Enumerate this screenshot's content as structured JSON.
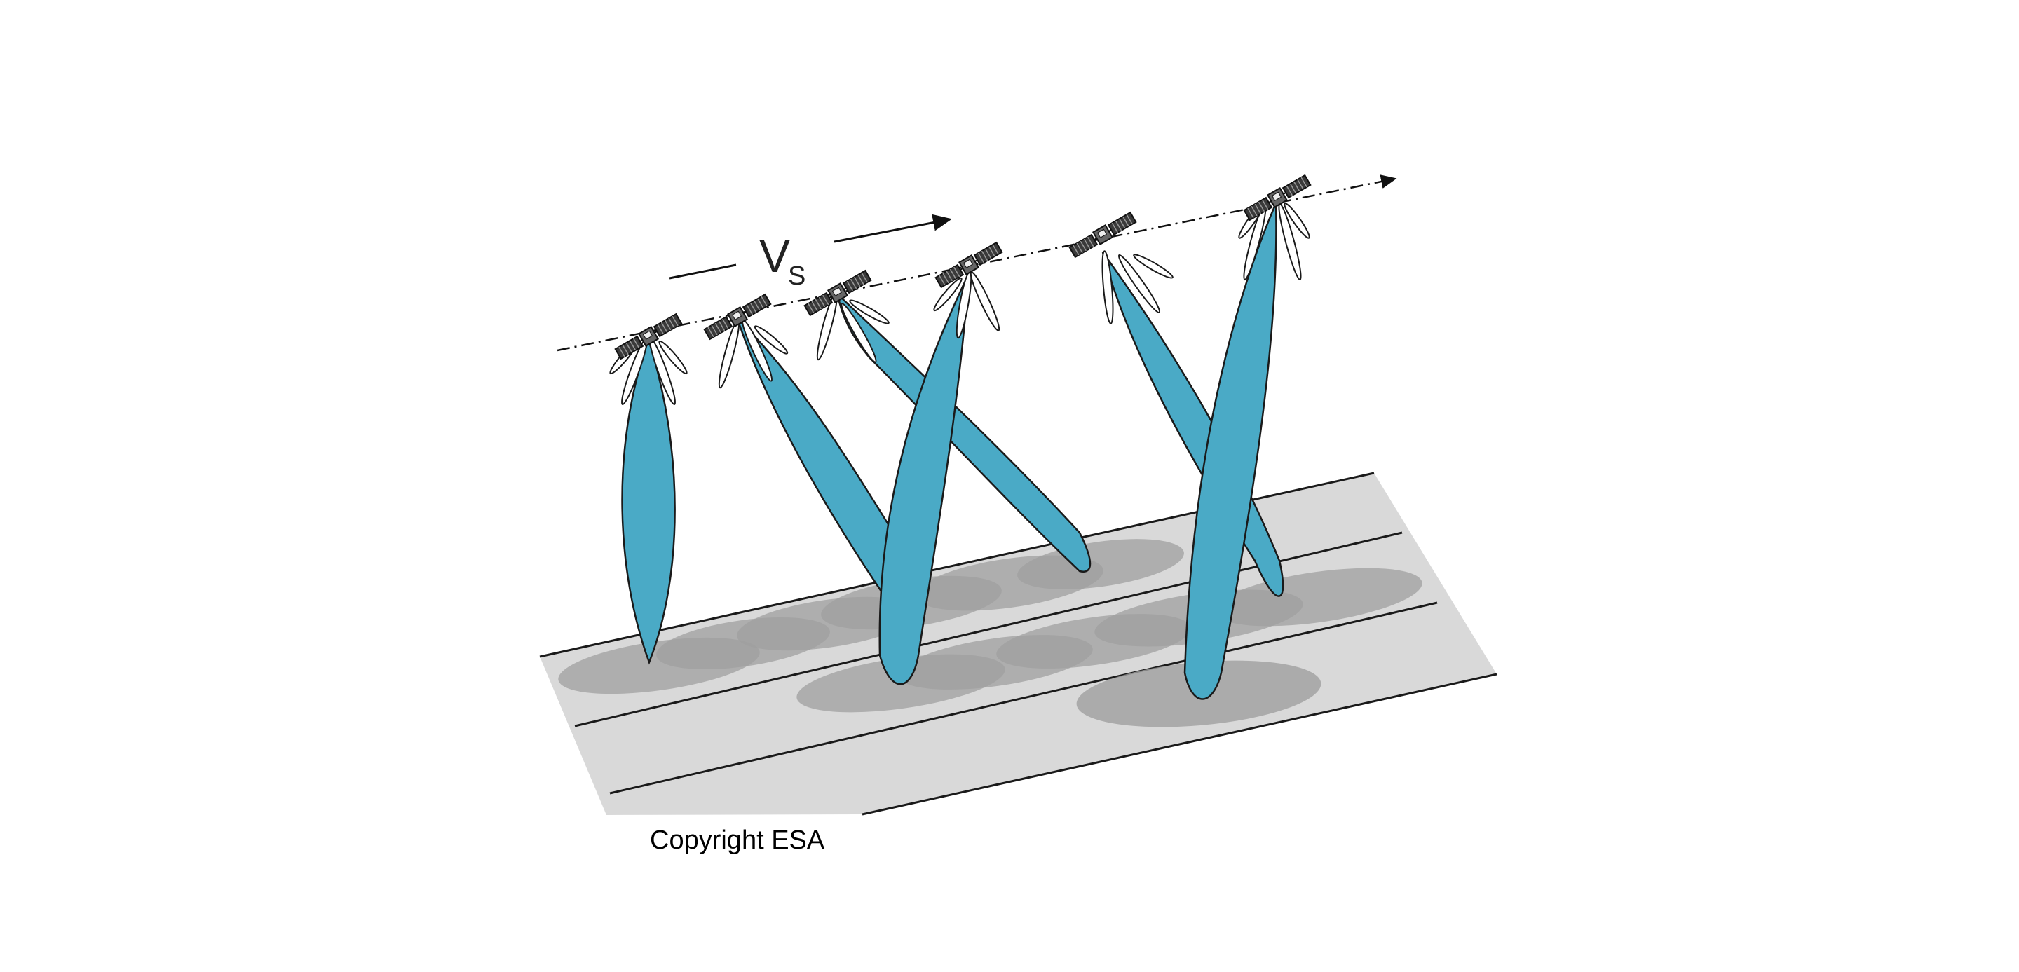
{
  "figure": {
    "velocity_label": "V",
    "velocity_subscript": "S",
    "caption": "Copyright ESA",
    "satellite_count": 6,
    "colors": {
      "beam": "#4aaac6",
      "footprint": "#a6a6a6",
      "ground": "#d9d9d9",
      "line": "#1a1a1a"
    }
  }
}
